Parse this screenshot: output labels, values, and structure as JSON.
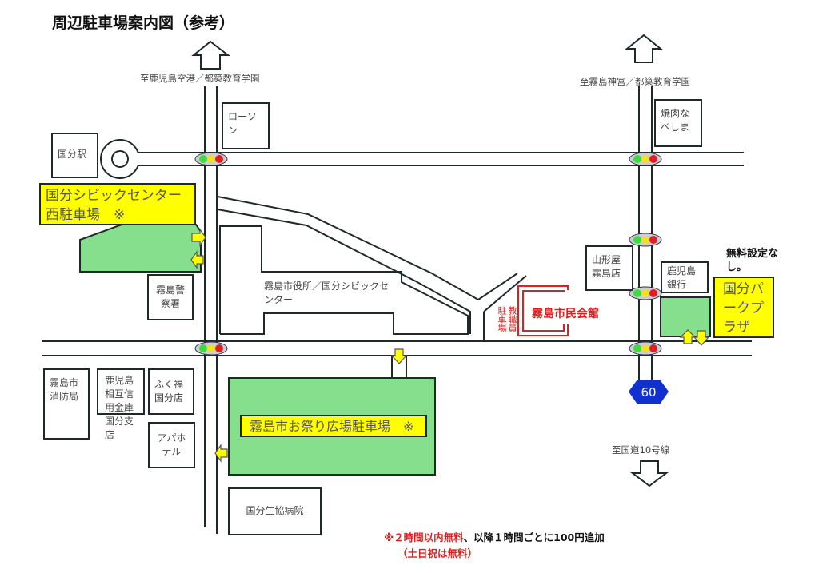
{
  "title": "周辺駐車場案内図（参考）",
  "destinations": {
    "north_left": "至鹿児島空港／都築教育学園",
    "north_right": "至霧島神宮／都築教育学園",
    "south_right": "至国道10号線"
  },
  "buildings": {
    "lawson": "ローソン",
    "kokubu_station": "国分駅",
    "yakiniku": "焼肉なべしま",
    "police": "霧島警察署",
    "city_hall": "霧島市役所／国分シビックセンター",
    "yamagataya": "山形屋霧島店",
    "kagoshima_bank": "鹿児島銀行",
    "fire_station": "霧島市消防局",
    "shinkin": "鹿児島相互信用金庫国分支店",
    "fukufuku": "ふく福国分店",
    "apa": "アパホテル",
    "hospital": "国分生協病院",
    "staff_parking": "教職員駐車場",
    "civic_hall": "霧島市民会館"
  },
  "parking": {
    "west": "国分シビックセンター西駐車場　※",
    "omatsuri": "霧島市お祭り広場駐車場　※",
    "park_plaza": "国分パークプラザ",
    "park_plaza_note": "無料設定なし。"
  },
  "route_sign": "60",
  "footnote": {
    "line1_red": "※２時間以内無料",
    "line1_black": "、以降１時間ごとに100円追加",
    "line2": "（土日祝は無料）"
  },
  "colors": {
    "parking_green": "#86df8c",
    "label_yellow": "#ffff00",
    "civic_red": "#e02020",
    "route_blue": "#1030d0"
  }
}
